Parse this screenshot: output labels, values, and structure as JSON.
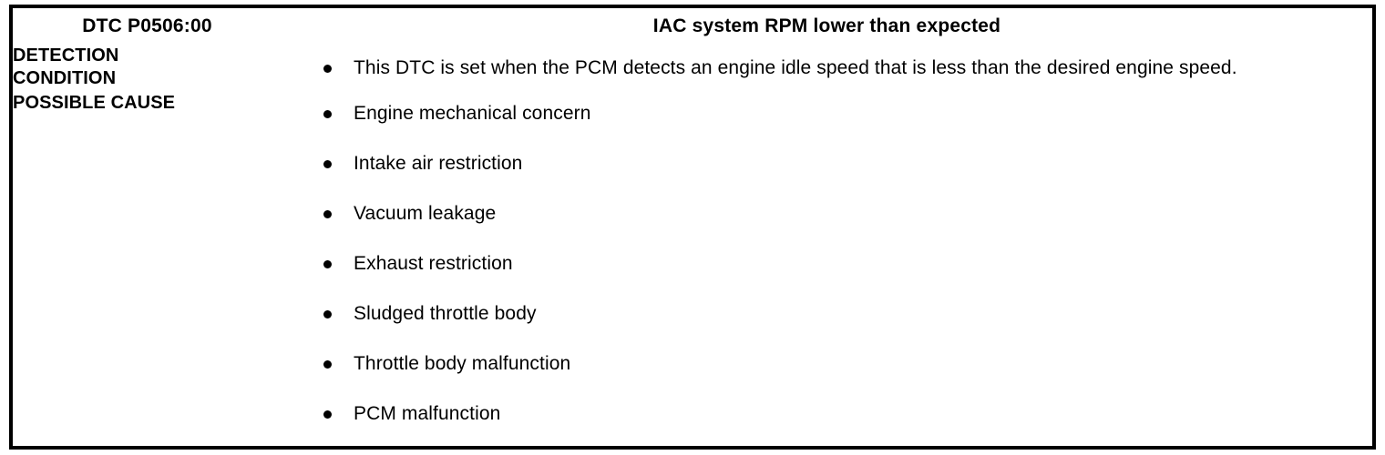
{
  "table": {
    "header": {
      "code_label": "DTC P0506:00",
      "title": "IAC system RPM lower than expected"
    },
    "rows": [
      {
        "label_lines": [
          "DETECTION",
          "CONDITION"
        ],
        "label_text": "DETECTION CONDITION",
        "bullets": [
          "This DTC is set when the PCM detects an engine idle speed that is less than the desired engine speed."
        ]
      },
      {
        "label_lines": [
          "POSSIBLE CAUSE"
        ],
        "label_text": "POSSIBLE CAUSE",
        "bullets": [
          "Engine mechanical concern",
          "Intake air restriction",
          "Vacuum leakage",
          "Exhaust restriction",
          "Sludged throttle body",
          "Throttle body malfunction",
          "PCM malfunction"
        ]
      }
    ]
  },
  "colors": {
    "ink": "#000000",
    "paper": "#ffffff"
  }
}
